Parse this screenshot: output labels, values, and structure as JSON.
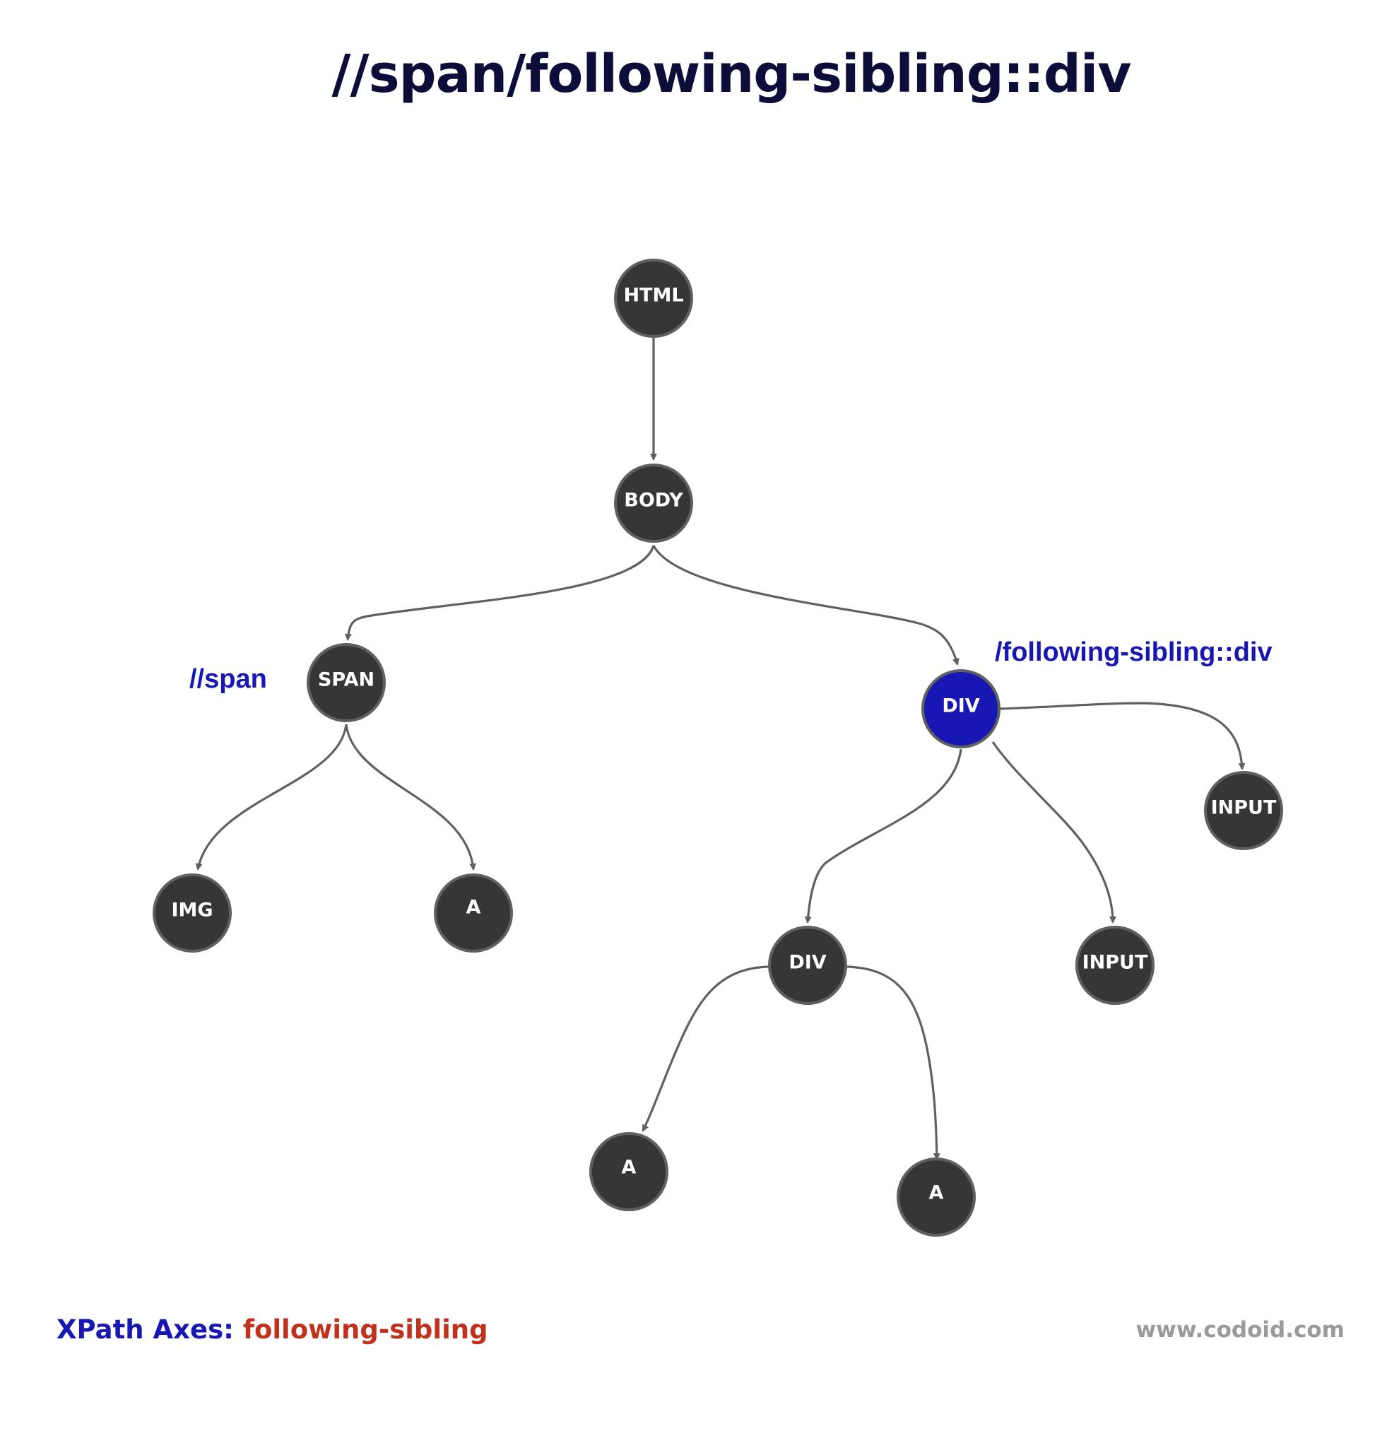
{
  "title": "//span/following-sibling::div",
  "annotations": {
    "context": "//span",
    "axis_step": "/following-sibling::div"
  },
  "nodes": [
    {
      "id": "html",
      "label": "HTML",
      "highlight": false
    },
    {
      "id": "body",
      "label": "BODY",
      "highlight": false
    },
    {
      "id": "span",
      "label": "SPAN",
      "highlight": false
    },
    {
      "id": "div",
      "label": "DIV",
      "highlight": true
    },
    {
      "id": "img",
      "label": "IMG",
      "highlight": false
    },
    {
      "id": "a1",
      "label": "A",
      "highlight": false
    },
    {
      "id": "div2",
      "label": "DIV",
      "highlight": false
    },
    {
      "id": "input1",
      "label": "INPUT",
      "highlight": false
    },
    {
      "id": "input2",
      "label": "INPUT",
      "highlight": false
    },
    {
      "id": "a2",
      "label": "A",
      "highlight": false
    },
    {
      "id": "a3",
      "label": "A",
      "highlight": false
    }
  ],
  "edges": [
    {
      "from": "html",
      "to": "body"
    },
    {
      "from": "body",
      "to": "span"
    },
    {
      "from": "body",
      "to": "div"
    },
    {
      "from": "span",
      "to": "img"
    },
    {
      "from": "span",
      "to": "a1"
    },
    {
      "from": "div",
      "to": "div2"
    },
    {
      "from": "div",
      "to": "input1"
    },
    {
      "from": "div",
      "to": "input2"
    },
    {
      "from": "div2",
      "to": "a2"
    },
    {
      "from": "div2",
      "to": "a3"
    }
  ],
  "footer": {
    "prefix": "XPath Axes:",
    "axis_name": "following-sibling",
    "site": "www.codoid.com"
  },
  "colors": {
    "node_fill": "#363636",
    "node_stroke": "#606060",
    "highlight": "#1717b4",
    "title": "#0d0d3a",
    "axis_name": "#c0321c",
    "site": "#9a9a9a"
  }
}
